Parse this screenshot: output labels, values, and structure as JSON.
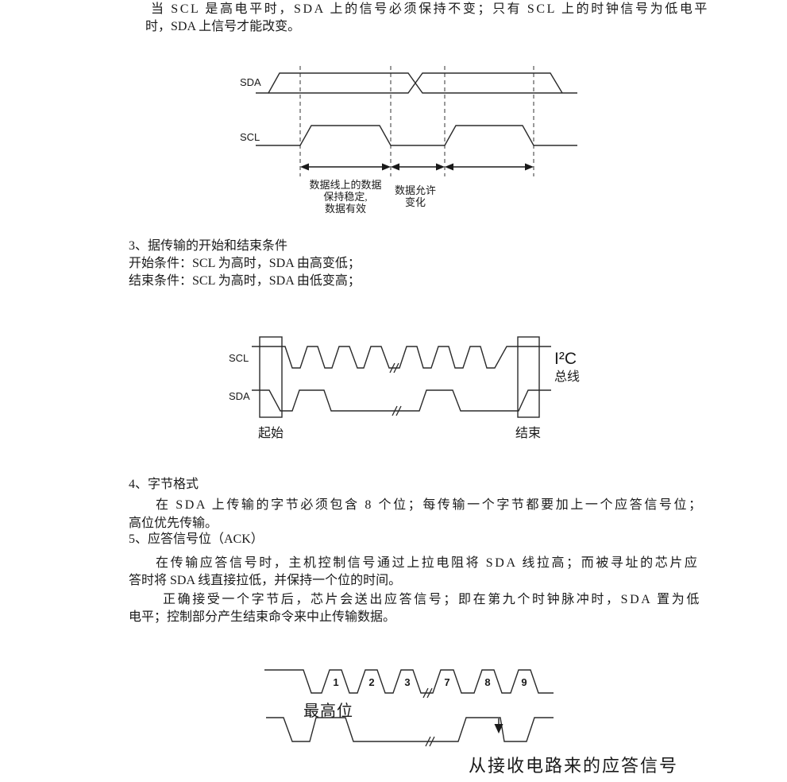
{
  "colors": {
    "ink": "#1a1a1a",
    "background": "#ffffff"
  },
  "intro": {
    "line1": "当 SCL 是高电平时，SDA 上的信号必须保持不变；只有 SCL 上的时钟信号为低电平",
    "line2": "时，SDA 上信号才能改变。"
  },
  "diagram_data_valid": {
    "sda_label": "SDA",
    "scl_label": "SCL",
    "stable_line1": "数据线上的数据",
    "stable_line2": "保持稳定,",
    "stable_line3": "数据有效",
    "change_line1": "数据允许",
    "change_line2": "变化"
  },
  "section3": {
    "heading": "3、据传输的开始和结束条件",
    "line1": "开始条件：SCL 为高时，SDA 由高变低；",
    "line2": "结束条件：SCL 为高时，SDA 由低变高；"
  },
  "diagram_start_stop": {
    "scl_label": "SCL",
    "sda_label": "SDA",
    "start_label": "起始",
    "stop_label": "结束",
    "bus_label_line1": "I²C",
    "bus_label_line2": "总线"
  },
  "section4": {
    "heading": "4、字节格式",
    "line1": "在 SDA 上传输的字节必须包含 8 个位；每传输一个字节都要加上一个应答信号位；",
    "line2": "高位优先传输。"
  },
  "section5": {
    "heading": "5、应答信号位（ACK）",
    "para1_line1": "在传输应答信号时，主机控制信号通过上拉电阻将 SDA 线拉高；而被寻址的芯片应",
    "para1_line2": "答时将 SDA 线直接拉低，并保持一个位的时间。",
    "para2_line1": "正确接受一个字节后，芯片会送出应答信号；即在第九个时钟脉冲时，SDA 置为低",
    "para2_line2": "电平；控制部分产生结束命令来中止传输数据。"
  },
  "diagram_ack": {
    "clock_numbers": [
      "1",
      "2",
      "3",
      "7",
      "8",
      "9"
    ],
    "msb_label": "最高位",
    "ack_label": "从接收电路来的应答信号"
  }
}
